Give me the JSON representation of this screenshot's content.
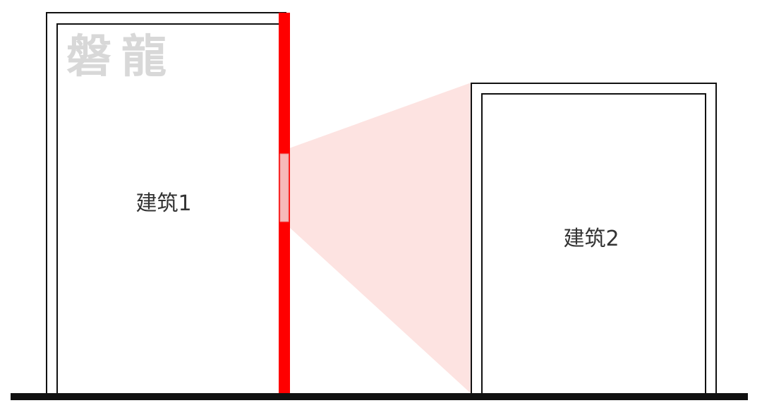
{
  "watermark": {
    "text": "磐龍"
  },
  "buildings": [
    {
      "label": "建筑1"
    },
    {
      "label": "建筑2"
    }
  ],
  "colors": {
    "wall": "#ff0000",
    "window": "#f7b9b9",
    "view_cone": "#fde3e1",
    "outline": "#111111",
    "ground": "#111111"
  }
}
